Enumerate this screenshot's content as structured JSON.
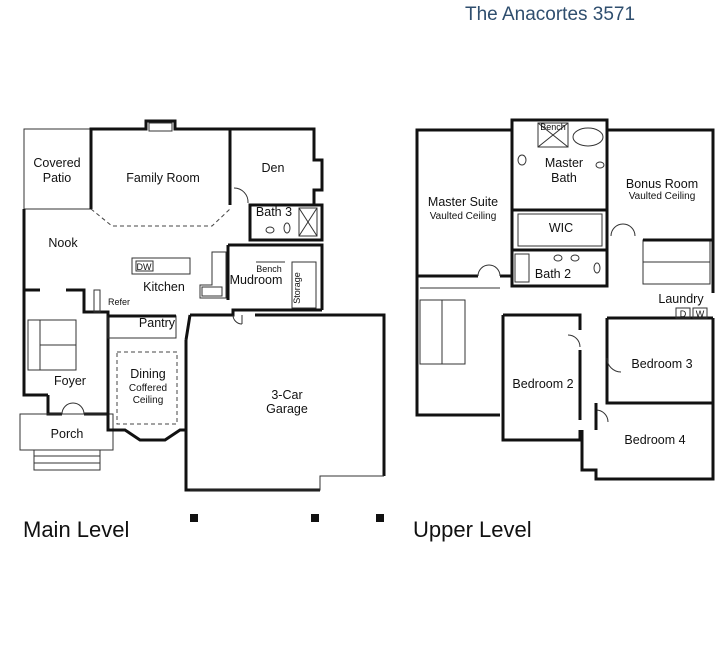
{
  "title": "The Anacortes 3571",
  "levels": {
    "main_label": "Main Level",
    "upper_label": "Upper Level"
  },
  "main_rooms": {
    "covered_patio_1": "Covered",
    "covered_patio_2": "Patio",
    "family_room": "Family Room",
    "den": "Den",
    "bath3": "Bath 3",
    "nook": "Nook",
    "dw": "DW",
    "kitchen": "Kitchen",
    "bench": "Bench",
    "mudroom": "Mudroom",
    "storage": "Storage",
    "refer": "Refer",
    "pantry": "Pantry",
    "foyer": "Foyer",
    "dining": "Dining",
    "dining_sub1": "Coffered",
    "dining_sub2": "Ceiling",
    "porch": "Porch",
    "garage1": "3-Car",
    "garage2": "Garage"
  },
  "upper_rooms": {
    "bench": "Bench",
    "master_bath1": "Master",
    "master_bath2": "Bath",
    "master_suite": "Master Suite",
    "master_suite_sub": "Vaulted Ceiling",
    "bonus_room": "Bonus Room",
    "bonus_room_sub": "Vaulted Ceiling",
    "wic": "WIC",
    "bath2": "Bath 2",
    "laundry": "Laundry",
    "d": "D",
    "w": "W",
    "bedroom2": "Bedroom 2",
    "bedroom3": "Bedroom 3",
    "bedroom4": "Bedroom 4"
  }
}
